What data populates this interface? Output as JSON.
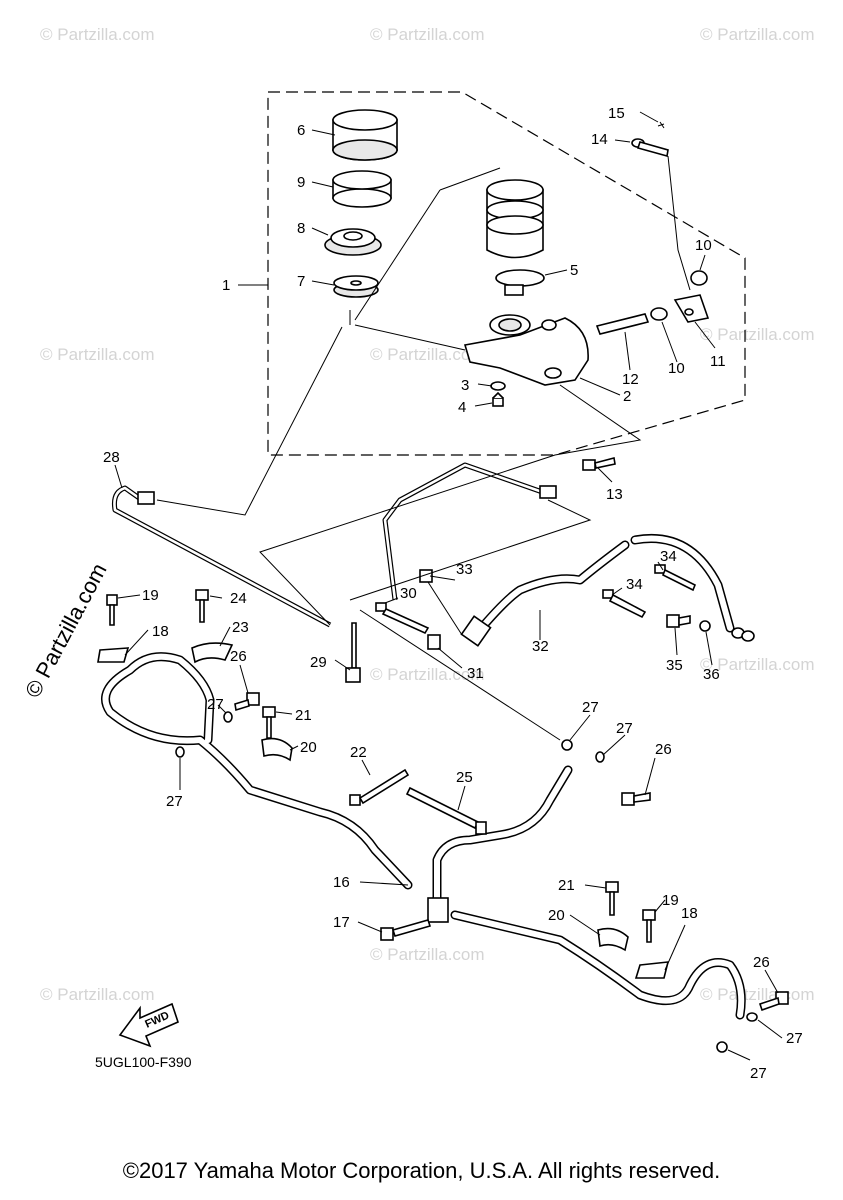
{
  "diagram": {
    "code": "5UGL100-F390",
    "fwd_label": "FWD",
    "side_watermark": "© Partzilla.com",
    "watermark": "© Partzilla.com",
    "callouts": [
      "1",
      "2",
      "3",
      "4",
      "5",
      "6",
      "7",
      "8",
      "9",
      "10",
      "10",
      "11",
      "12",
      "13",
      "14",
      "15",
      "16",
      "17",
      "18",
      "18",
      "19",
      "19",
      "20",
      "20",
      "21",
      "21",
      "22",
      "23",
      "24",
      "25",
      "26",
      "26",
      "26",
      "27",
      "27",
      "27",
      "27",
      "27",
      "27",
      "28",
      "29",
      "30",
      "31",
      "32",
      "33",
      "34",
      "34",
      "35",
      "36"
    ]
  },
  "footer": {
    "copyright": "©2017 Yamaha Motor Corporation, U.S.A. All rights reserved."
  }
}
